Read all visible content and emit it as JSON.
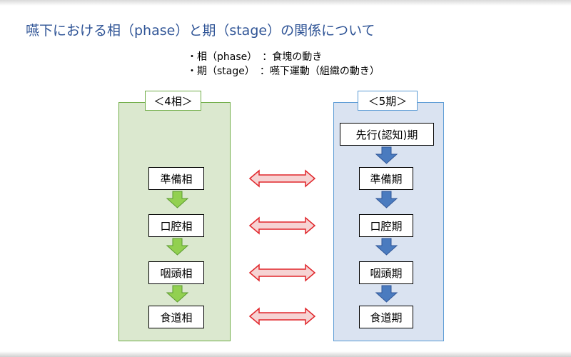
{
  "title": "嚥下における相（phase）と期（stage）の関係について",
  "bullets": [
    "・相（phase）　：食塊の動き",
    "・期（stage）　：嚥下運動（組織の動き）"
  ],
  "phases": {
    "header": "＜4相＞",
    "color": "#70ad47",
    "items": [
      "準備相",
      "口腔相",
      "咽頭相",
      "食道相"
    ]
  },
  "stages": {
    "header": "＜5期＞",
    "color": "#5b9bd5",
    "items": [
      "先行(認知)期",
      "準備期",
      "口腔期",
      "咽頭期",
      "食道期"
    ]
  }
}
